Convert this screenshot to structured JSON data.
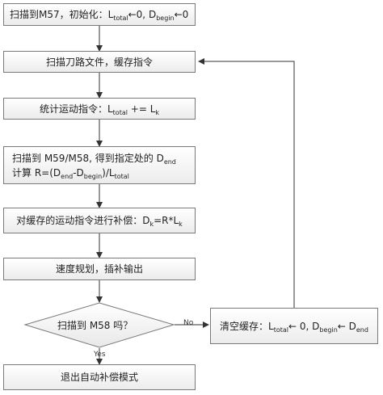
{
  "nodes": {
    "init": {
      "pre": "扫描到M57，初始化：",
      "L": "L",
      "L_sub": "total",
      "arrow1": "←0, ",
      "D": "D",
      "D_sub": "begin",
      "arrow2": "←0"
    },
    "scan": {
      "text": "扫描刀路文件，缓存指令"
    },
    "stat": {
      "pre": "统计运动指令：",
      "L": "L",
      "L_sub": "total",
      "mid": " += ",
      "L2": "L",
      "L2_sub": "k"
    },
    "calc": {
      "line1_pre": "扫描到 M59/M58, 得到指定处的 ",
      "D": "D",
      "D_sub": "end",
      "line2_pre": "计算 R=(D",
      "d1_sub": "end",
      "dash": "-D",
      "d2_sub": "begin",
      "close": ")/L",
      "l_sub": "total"
    },
    "comp": {
      "pre": "对缓存的运动指令进行补偿：",
      "D": "D",
      "D_sub": "k",
      "eq": "=R*L",
      "L_sub": "k"
    },
    "plan": {
      "text": "速度规划，插补输出"
    },
    "decision": {
      "text": "扫描到 M58 吗？"
    },
    "clear": {
      "pre": "清空缓存：",
      "L": "L",
      "L_sub": "total",
      "a1": "← 0, ",
      "D": "D",
      "D_sub": "begin",
      "a2": "← D",
      "end_sub": "end"
    },
    "exit": {
      "text": "退出自动补偿模式"
    }
  },
  "edge_labels": {
    "no": "No",
    "yes": "Yes"
  }
}
